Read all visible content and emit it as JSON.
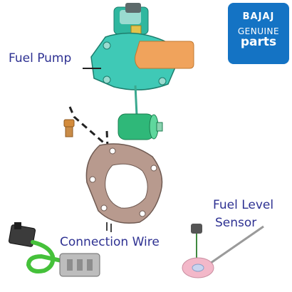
{
  "labels": {
    "fuel_pump": "Fuel Pump",
    "connection_wire": "Connection Wire",
    "fuel_level_sensor_line1": "Fuel Level",
    "fuel_level_sensor_line2": "Sensor"
  },
  "logo": {
    "brand": "BAJAJ",
    "line2": "GENUINE",
    "line3": "parts"
  },
  "colors": {
    "label_text": "#2e3192",
    "logo_background": "#1473c4",
    "pump_body": "#3fc9b6",
    "gasket": "#b89a8e",
    "filter": "#2fb879",
    "wire": "#45c13a",
    "sensor_float": "#f3b8c9"
  }
}
